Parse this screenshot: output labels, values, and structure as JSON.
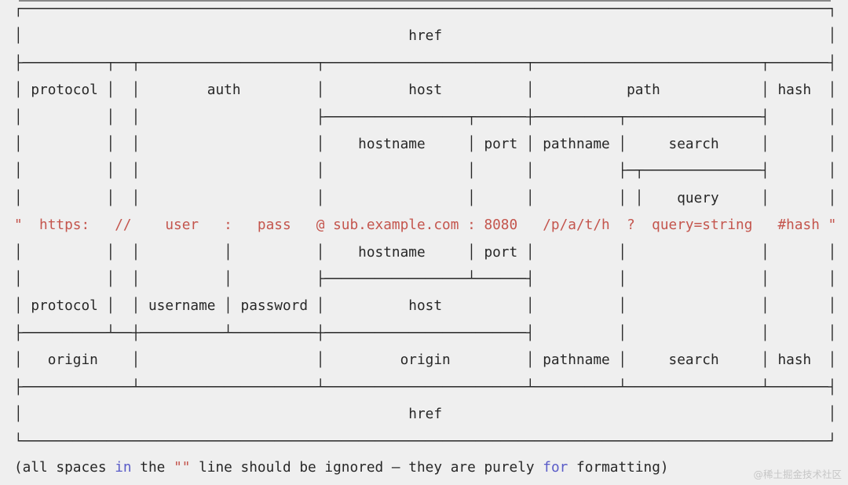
{
  "colors": {
    "background": "#efefef",
    "ink": "#272727",
    "url": "#c4554d",
    "keyword": "#5a5cc8",
    "watermark": "#c6c6c6",
    "artifact": "#6e6e6e"
  },
  "diagram": {
    "top": "┌────────────────────────────────────────────────────────────────────────────────────────────────┐\n│                                              href                                              │\n├──────────┬──┬─────────────────────┬────────────────────────┬───────────────────────────┬───────┤\n│ protocol │  │        auth         │          host          │           path            │ hash  │\n│          │  │                     ├─────────────────┬──────┼──────────┬────────────────┤       │\n│          │  │                     │    hostname     │ port │ pathname │     search     │       │\n│          │  │                     │                 │      │          ├─┬──────────────┤       │\n│          │  │                     │                 │      │          │ │    query     │       │\n",
    "url_line": "\"  https:   //    user   :   pass   @ sub.example.com : 8080   /p/a/t/h  ?  query=string   #hash \"",
    "bottom": "\n│          │  │          │          │    hostname     │ port │          │                │       │\n│          │  │          │          ├─────────────────┴──────┤          │                │       │\n│ protocol │  │ username │ password │          host          │          │                │       │\n├──────────┴──┼──────────┴──────────┼────────────────────────┤          │                │       │\n│   origin    │                     │         origin         │ pathname │     search     │ hash  │\n├─────────────┴─────────────────────┴────────────────────────┴──────────┴────────────────┴───────┤\n│                                              href                                              │\n└────────────────────────────────────────────────────────────────────────────────────────────────┘"
  },
  "note": {
    "part1": "(all spaces ",
    "keyword_in": "in",
    "part2": " the ",
    "quotes": "\"\"",
    "part3": " line should be ignored — they are purely ",
    "keyword_for": "for",
    "part4": " formatting)"
  },
  "watermark": {
    "text": "@稀土掘金技术社区"
  }
}
